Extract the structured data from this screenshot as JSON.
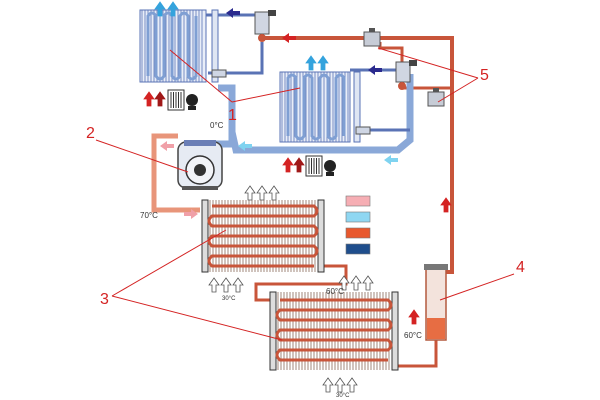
{
  "colors": {
    "hot_liquid": "#e87a5a",
    "hot_gas_light": "#f0a0a8",
    "suction": "#8aa8d8",
    "cold_light": "#7fd3f0",
    "pipe_red": "#c8553a",
    "pipe_blue": "#5a73b5",
    "arrow_red": "#d42323",
    "arrow_navy": "#2a2a8e",
    "arrow_cyan": "#34a3dd",
    "legend": [
      "#f6aeb4",
      "#8fd7f2",
      "#e8582d",
      "#1f4e8c"
    ]
  },
  "labels": {
    "n1": "1",
    "n2": "2",
    "n3": "3",
    "n4": "4",
    "n5": "5"
  },
  "temps": {
    "t0": "0°C",
    "t70": "70°C",
    "t60a": "60°C",
    "t60b": "60°C",
    "t30a": "30°C",
    "t30b": "30°C"
  }
}
